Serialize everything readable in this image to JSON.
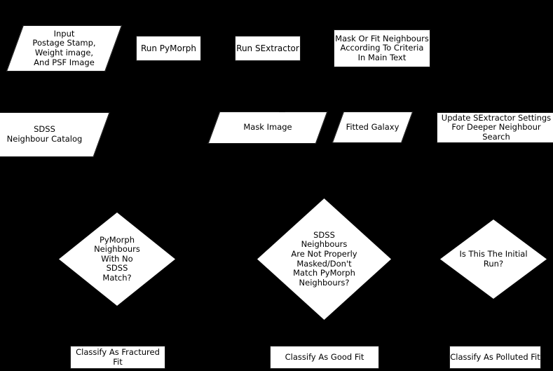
{
  "diagram": {
    "title": "PyMorph / SExtractor Neighbour Classification Flowchart",
    "background_color": "#000000",
    "shape_fill_color": "#ffffff",
    "text_color": "#000000",
    "nodes": {
      "input": {
        "shape": "parallelogram",
        "label": "Input\nPostage Stamp,\nWeight image,\nAnd PSF Image"
      },
      "run_pymorph": {
        "shape": "rectangle",
        "label": "Run PyMorph"
      },
      "run_sextractor": {
        "shape": "rectangle",
        "label": "Run SExtractor"
      },
      "mask_or_fit": {
        "shape": "rectangle",
        "label": "Mask Or Fit Neighbours\nAccording To Criteria\nIn Main Text"
      },
      "sdss_catalog": {
        "shape": "parallelogram",
        "label": "SDSS\nNeighbour Catalog"
      },
      "mask_image": {
        "shape": "parallelogram",
        "label": "Mask Image"
      },
      "fitted_galaxy": {
        "shape": "parallelogram",
        "label": "Fitted Galaxy"
      },
      "update_sextractor": {
        "shape": "rectangle",
        "label": "Update SExtractor Settings\nFor Deeper Neighbour Search"
      },
      "decision_pymorph_neighbours": {
        "shape": "diamond",
        "label": "PyMorph\nNeighbours\nWith No\nSDSS\nMatch?"
      },
      "decision_sdss_neighbours": {
        "shape": "diamond",
        "label": "SDSS\nNeighbours\nAre Not Properly\nMasked/Don't\nMatch PyMorph\nNeighbours?"
      },
      "decision_initial_run": {
        "shape": "diamond",
        "label": "Is This The Initial\nRun?"
      },
      "classify_fractured": {
        "shape": "rectangle",
        "label": "Classify As Fractured Fit"
      },
      "classify_good": {
        "shape": "rectangle",
        "label": "Classify As Good Fit"
      },
      "classify_polluted": {
        "shape": "rectangle",
        "label": "Classify As Polluted Fit"
      }
    }
  }
}
